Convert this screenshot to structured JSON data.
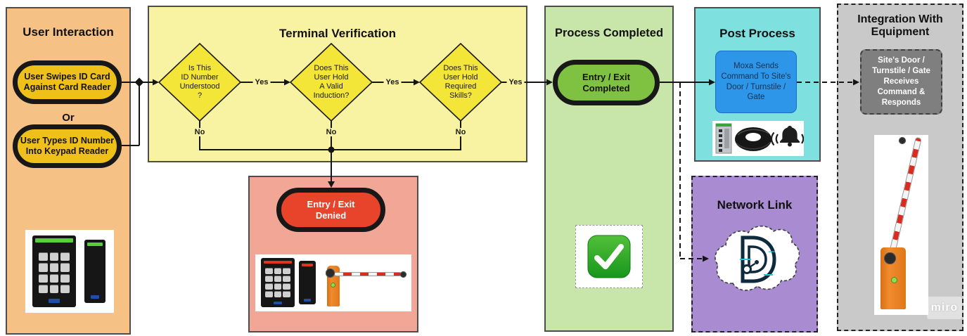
{
  "watermark": "miro",
  "colors": {
    "user_panel": "#F6C184",
    "card_node": "#EFC01A",
    "verify_panel": "#F8F3A2",
    "decision_diamond": "#F4E539",
    "denied_panel": "#F2A695",
    "denied_node": "#E8432B",
    "completed_panel": "#C8E6A9",
    "completed_node": "#7FC241",
    "post_panel": "#7FE0E0",
    "moxa_node": "#2D96E8",
    "network_panel": "#A98BD2",
    "integration_panel": "#C9C9C9",
    "equipment_node": "#7F7F7F"
  },
  "panels": {
    "user_interaction": {
      "title": "User Interaction",
      "swipe_node": "User Swipes ID Card\nAgainst Card Reader",
      "or_label": "Or",
      "type_node": "User Types ID Number\nInto Keypad Reader"
    },
    "terminal_verification": {
      "title": "Terminal Verification",
      "decisions": [
        {
          "question": "Is This\nID Number\nUnderstood\n?",
          "yes_label": "Yes",
          "no_label": "No"
        },
        {
          "question": "Does This\nUser Hold\nA Valid\nInduction?",
          "yes_label": "Yes",
          "no_label": "No"
        },
        {
          "question": "Does This\nUser Hold\nRequired\nSkills?",
          "yes_label": "Yes",
          "no_label": "No"
        }
      ]
    },
    "denied": {
      "node": "Entry / Exit\nDenied"
    },
    "process_completed": {
      "title": "Process Completed",
      "node": "Entry / Exit\nCompleted"
    },
    "post_process": {
      "title": "Post Process",
      "node": "Moxa Sends\nCommand To Site's\nDoor / Turnstile /\nGate"
    },
    "network_link": {
      "title": "Network Link"
    },
    "integration": {
      "title": "Integration With\nEquipment",
      "node": "Site's Door /\nTurnstile / Gate\nReceives\nCommand &\nResponds"
    }
  }
}
